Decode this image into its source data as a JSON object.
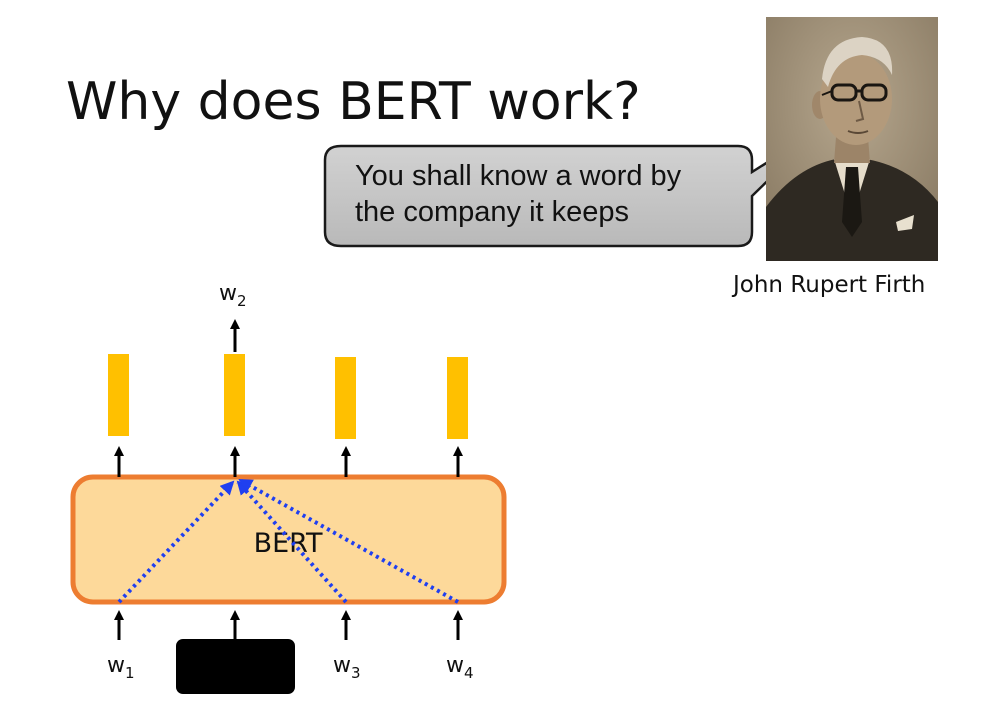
{
  "slide": {
    "title": "Why does BERT work?",
    "quote_lines": [
      "You shall know a word by",
      "the company it keeps"
    ],
    "portrait_caption": "John Rupert Firth"
  },
  "diagram": {
    "model_label": "BERT",
    "top_output": {
      "base": "w",
      "sub": "2"
    },
    "inputs": [
      {
        "base": "w",
        "sub": "1",
        "masked": false
      },
      {
        "base": "",
        "sub": "",
        "masked": true
      },
      {
        "base": "w",
        "sub": "3",
        "masked": false
      },
      {
        "base": "w",
        "sub": "4",
        "masked": false
      }
    ],
    "colors": {
      "box_fill": "#FDD99A",
      "box_border": "#ED7D31",
      "vector_fill": "#FFC000",
      "attention_dots": "#1F3FF0",
      "quote_fill": "#C8C8C8"
    }
  }
}
